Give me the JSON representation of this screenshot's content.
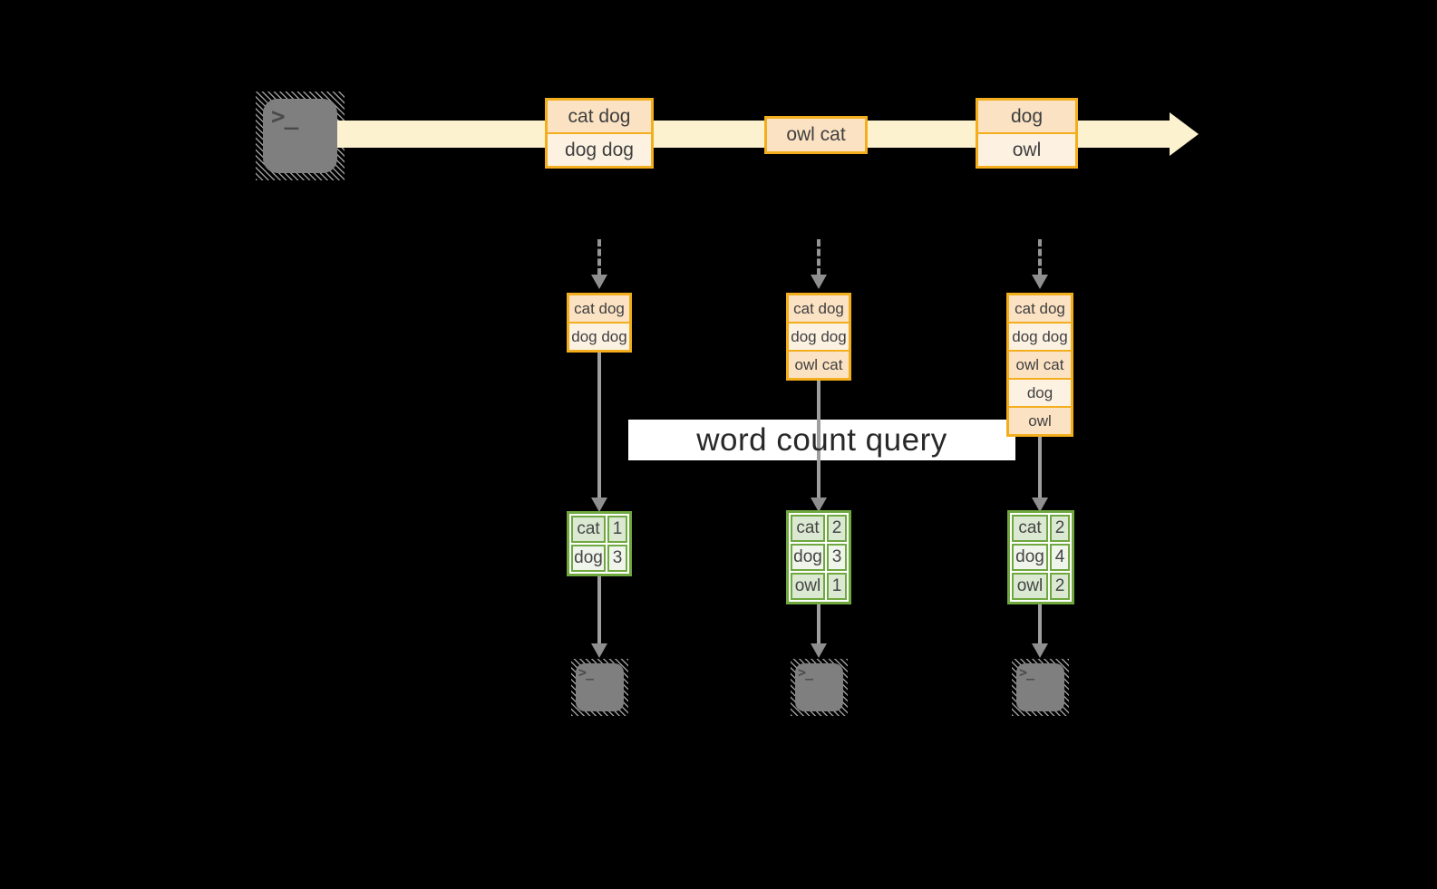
{
  "title": "streaming word count query diagram",
  "colors": {
    "background": "#000000",
    "gold_border": "#F2AE1C",
    "peach_dark": "#FBE2C3",
    "peach_light": "#FDF2E2",
    "stream_arrow": "#FCF2CF",
    "green_border": "#6EA83F",
    "green_dark": "#DBE9D2",
    "green_light": "#F0F5EB",
    "arrow_gray": "#9E9E9E",
    "terminal_gray": "#7F7F7F"
  },
  "terminal_glyph": ">_",
  "query_label": "word count query",
  "stream_batches": [
    {
      "rows": [
        "cat dog",
        "dog dog"
      ]
    },
    {
      "rows": [
        "owl cat"
      ]
    },
    {
      "rows": [
        "dog",
        "owl"
      ]
    }
  ],
  "columns": [
    {
      "state_rows": [
        "cat dog",
        "dog dog"
      ],
      "counts": [
        {
          "word": "cat",
          "count": "1"
        },
        {
          "word": "dog",
          "count": "3"
        }
      ]
    },
    {
      "state_rows": [
        "cat dog",
        "dog dog",
        "owl cat"
      ],
      "counts": [
        {
          "word": "cat",
          "count": "2"
        },
        {
          "word": "dog",
          "count": "3"
        },
        {
          "word": "owl",
          "count": "1"
        }
      ]
    },
    {
      "state_rows": [
        "cat dog",
        "dog dog",
        "owl cat",
        "dog",
        "owl"
      ],
      "counts": [
        {
          "word": "cat",
          "count": "2"
        },
        {
          "word": "dog",
          "count": "4"
        },
        {
          "word": "owl",
          "count": "2"
        }
      ]
    }
  ]
}
